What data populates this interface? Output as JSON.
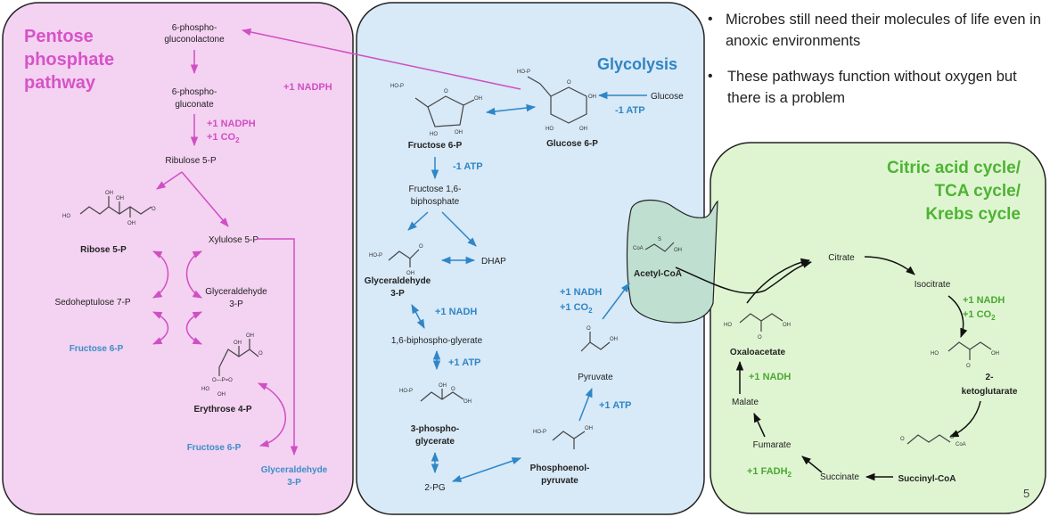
{
  "bullets": [
    "Microbes still need their molecules of life even in anoxic environments",
    "These pathways function without oxygen but there is a problem"
  ],
  "page_number": "5",
  "ppp": {
    "title": [
      "Pentose",
      "phosphate",
      "pathway"
    ],
    "phosphogluconolactone": [
      "6-phospho-",
      "gluconolactone"
    ],
    "nadph1": "+1 NADPH",
    "phosphogluconate": [
      "6-phospho-",
      "gluconate"
    ],
    "nadph2": "+1 NADPH",
    "co2": "+1 CO",
    "co2_sub": "2",
    "ribulose": "Ribulose 5-P",
    "ribose": "Ribose 5-P",
    "xylulose": "Xylulose 5-P",
    "sedoheptulose": "Sedoheptulose 7-P",
    "glyceraldehyde": [
      "Glyceraldehyde",
      "3-P"
    ],
    "fructose_a": "Fructose 6-P",
    "erythrose": "Erythrose 4-P",
    "fructose_b": "Fructose 6-P",
    "g3p_out": [
      "Glyceraldehyde",
      "3-P"
    ]
  },
  "glycolysis": {
    "title": "Glycolysis",
    "glucose": "Glucose",
    "atp1": "-1 ATP",
    "g6p": "Glucose 6-P",
    "f6p": "Fructose 6-P",
    "atp2": "-1 ATP",
    "f16bp": [
      "Fructose 1,6-",
      "biphosphate"
    ],
    "dhap": "DHAP",
    "g3p": [
      "Glyceraldehyde",
      "3-P"
    ],
    "nadh": "+1 NADH",
    "bpg": "1,6-biphospho-glyerate",
    "atp3": "+1 ATP",
    "pg3": [
      "3-phospho-",
      "glycerate"
    ],
    "pg2": "2-PG",
    "pep": [
      "Phosphoenol-",
      "pyruvate"
    ],
    "atp4": "+1 ATP",
    "pyruvate": "Pyruvate",
    "nadh2": "+1 NADH",
    "co2": "+1 CO",
    "co2_sub": "2",
    "acetylcoa": "Acetyl-CoA"
  },
  "tca": {
    "title": [
      "Citric acid cycle/",
      "TCA cycle/",
      "Krebs cycle"
    ],
    "citrate": "Citrate",
    "isocitrate": "Isocitrate",
    "nadh1": "+1 NADH",
    "co2": "+1 CO",
    "co2_sub": "2",
    "akg": [
      "2-",
      "ketoglutarate"
    ],
    "succinylcoa": "Succinyl-CoA",
    "succinate": "Succinate",
    "fadh": "+1 FADH",
    "fadh_sub": "2",
    "fumarate": "Fumarate",
    "malate": "Malate",
    "nadh2": "+1 NADH",
    "oxaloacetate": "Oxaloacetate"
  },
  "colors": {
    "ppp_fill": "#f4d2f1",
    "glycolysis_fill": "#d8e9f7",
    "tca_fill": "#dff5d2",
    "pink": "#d04fc4",
    "blue": "#2f86c6",
    "green": "#4aa82f"
  }
}
